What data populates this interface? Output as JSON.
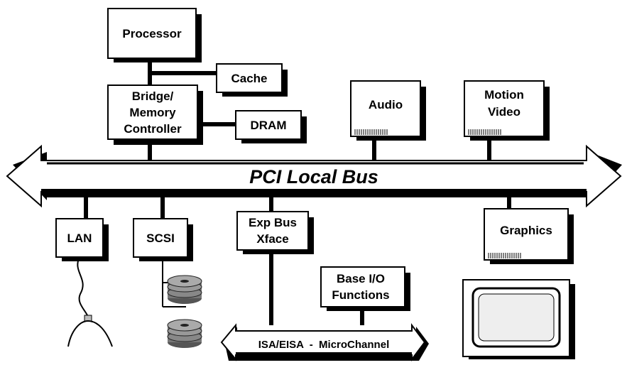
{
  "bus": {
    "label": "PCI Local Bus"
  },
  "expansion_bus": {
    "label": "ISA/EISA  -  MicroChannel"
  },
  "components": {
    "processor": {
      "label": "Processor"
    },
    "cache": {
      "label": "Cache"
    },
    "bridge": {
      "line1": "Bridge/",
      "line2": "Memory",
      "line3": "Controller"
    },
    "dram": {
      "label": "DRAM"
    },
    "audio": {
      "label": "Audio"
    },
    "motion_video": {
      "line1": "Motion",
      "line2": "Video"
    },
    "lan": {
      "label": "LAN"
    },
    "scsi": {
      "label": "SCSI"
    },
    "exp_bus_xface": {
      "line1": "Exp Bus",
      "line2": "Xface"
    },
    "base_io": {
      "line1": "Base I/O",
      "line2": "Functions"
    },
    "graphics": {
      "label": "Graphics"
    }
  }
}
